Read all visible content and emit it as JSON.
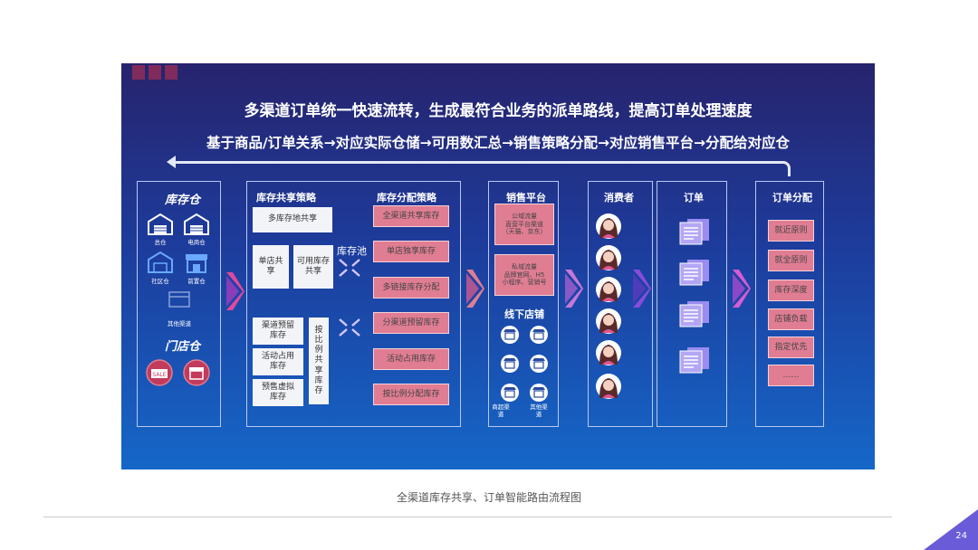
{
  "title_main": "多渠道订单统一快速流转，生成最符合业务的派单路线，提高订单处理速度",
  "title_sub": "基于商品/订单关系→对应实际仓储→可用数汇总→销售策略分配→对应销售平台→分配给对应仓",
  "warehouse": {
    "title": "库存仓",
    "items": [
      "总仓",
      "电商仓",
      "社区仓",
      "前置仓",
      "其他渠道"
    ],
    "store_title": "门店仓"
  },
  "sharing": {
    "title": "库存共享策略",
    "items": [
      "多库存地共享",
      "单店共享",
      "可用库存共享",
      "渠道预留库存",
      "活动占用库存",
      "预售虚拟库存",
      "按比例共享库存"
    ]
  },
  "pool_label": "库存池",
  "allocation": {
    "title": "库存分配策略",
    "items": [
      "全渠道共享库存",
      "单店独享库存",
      "多链接库存分配",
      "分渠道预留库存",
      "活动占用库存",
      "按比例分配库存"
    ]
  },
  "platform": {
    "title": "销售平台",
    "public_traffic": "公域流量\n直营平台渠道\n（天猫、京东）",
    "private_traffic": "私域流量\n品牌官网、H5\n小程序、营销号",
    "offline_title": "线下店铺",
    "offline_labels": [
      "商超渠道",
      "其他渠道"
    ]
  },
  "consumer": {
    "title": "消费者"
  },
  "order": {
    "title": "订单"
  },
  "order_alloc": {
    "title": "订单分配",
    "items": [
      "就近原则",
      "就全原则",
      "库存深度",
      "店铺负载",
      "指定优先",
      "……"
    ]
  },
  "caption": "全渠道库存共享、订单智能路由流程图",
  "page_number": "24",
  "colors": {
    "accent_pink": "#e07d93",
    "chevron_pink": "#e0489e",
    "chevron_purple": "#8a4bd8",
    "bg_top": "#27236d",
    "bg_bottom": "#1567c8"
  }
}
